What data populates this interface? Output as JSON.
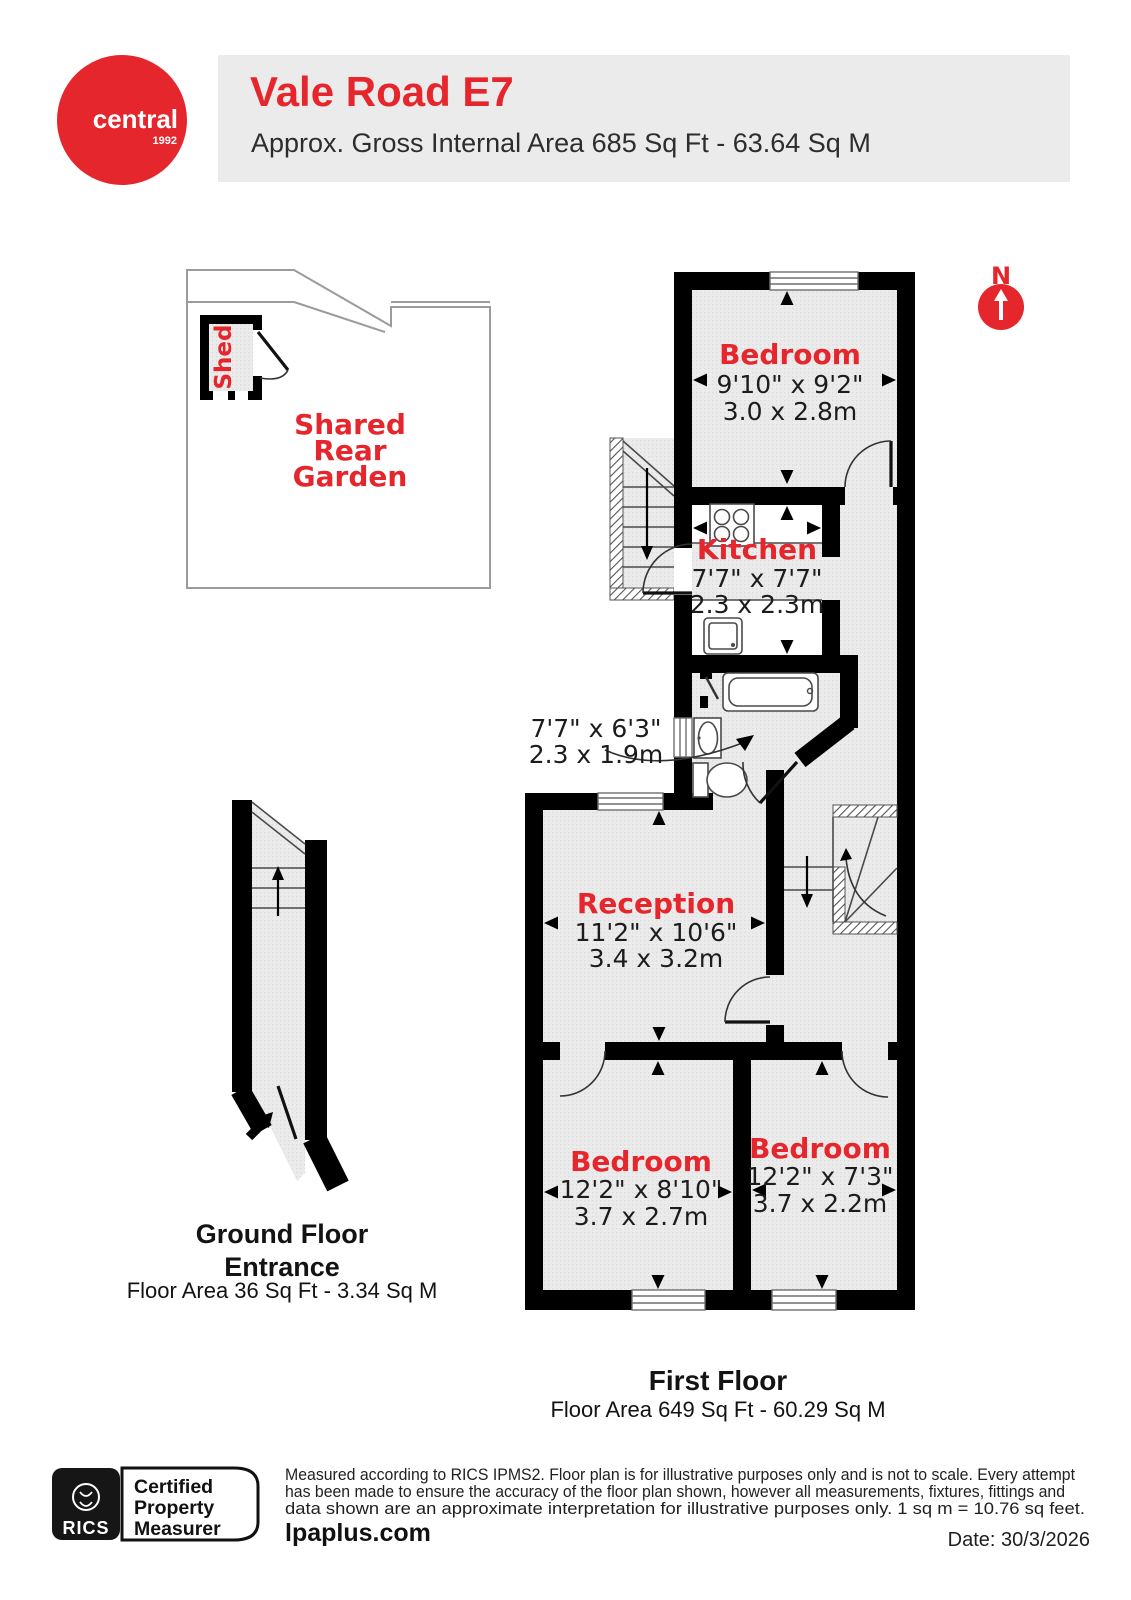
{
  "header": {
    "logo_brand": "central",
    "logo_year": "1992",
    "title": "Vale Road E7",
    "subtitle": "Approx. Gross Internal Area 685 Sq Ft - 63.64 Sq M"
  },
  "compass": {
    "north_label": "N"
  },
  "garden": {
    "label": [
      "Shared",
      "Rear",
      "Garden"
    ],
    "shed_label": "Shed"
  },
  "rooms": {
    "bedroom_top": {
      "name": "Bedroom",
      "imperial": "9'10\" x 9'2\"",
      "metric": "3.0 x 2.8m"
    },
    "kitchen": {
      "name": "Kitchen",
      "imperial": "7'7\" x 7'7\"",
      "metric": "2.3 x 2.3m"
    },
    "bathroom": {
      "imperial": "7'7\" x 6'3\"",
      "metric": "2.3 x 1.9m"
    },
    "reception": {
      "name": "Reception",
      "imperial": "11'2\" x 10'6\"",
      "metric": "3.4 x 3.2m"
    },
    "bedroom_left": {
      "name": "Bedroom",
      "imperial": "12'2\" x 8'10\"",
      "metric": "3.7 x 2.7m"
    },
    "bedroom_right": {
      "name": "Bedroom",
      "imperial": "12'2\" x 7'3\"",
      "metric": "3.7 x 2.2m"
    }
  },
  "floors": {
    "ground": {
      "title_line1": "Ground Floor",
      "title_line2": "Entrance",
      "area": "Floor Area 36 Sq Ft - 3.34 Sq M"
    },
    "first": {
      "title": "First Floor",
      "area": "Floor Area 649 Sq Ft - 60.29 Sq M"
    }
  },
  "footer": {
    "rics_brand": "RICS",
    "cert_line1": "Certified",
    "cert_line2": "Property",
    "cert_line3": "Measurer",
    "disclaimer_line1": "Measured according to RICS IPMS2. Floor plan is for illustrative purposes only and is not to scale. Every attempt",
    "disclaimer_line2": "has been made to ensure the accuracy of the floor plan shown, however all measurements, fixtures, fittings and",
    "disclaimer_line3": "data shown are an approximate interpretation for illustrative purposes only. 1 sq m = 10.76 sq feet.",
    "website": "lpaplus.com",
    "date": "Date: 30/3/2026"
  },
  "colors": {
    "red": "#e5262c",
    "wall": "#000000",
    "room-fill": "#e9e9e9",
    "header-bg": "#ebebeb"
  }
}
